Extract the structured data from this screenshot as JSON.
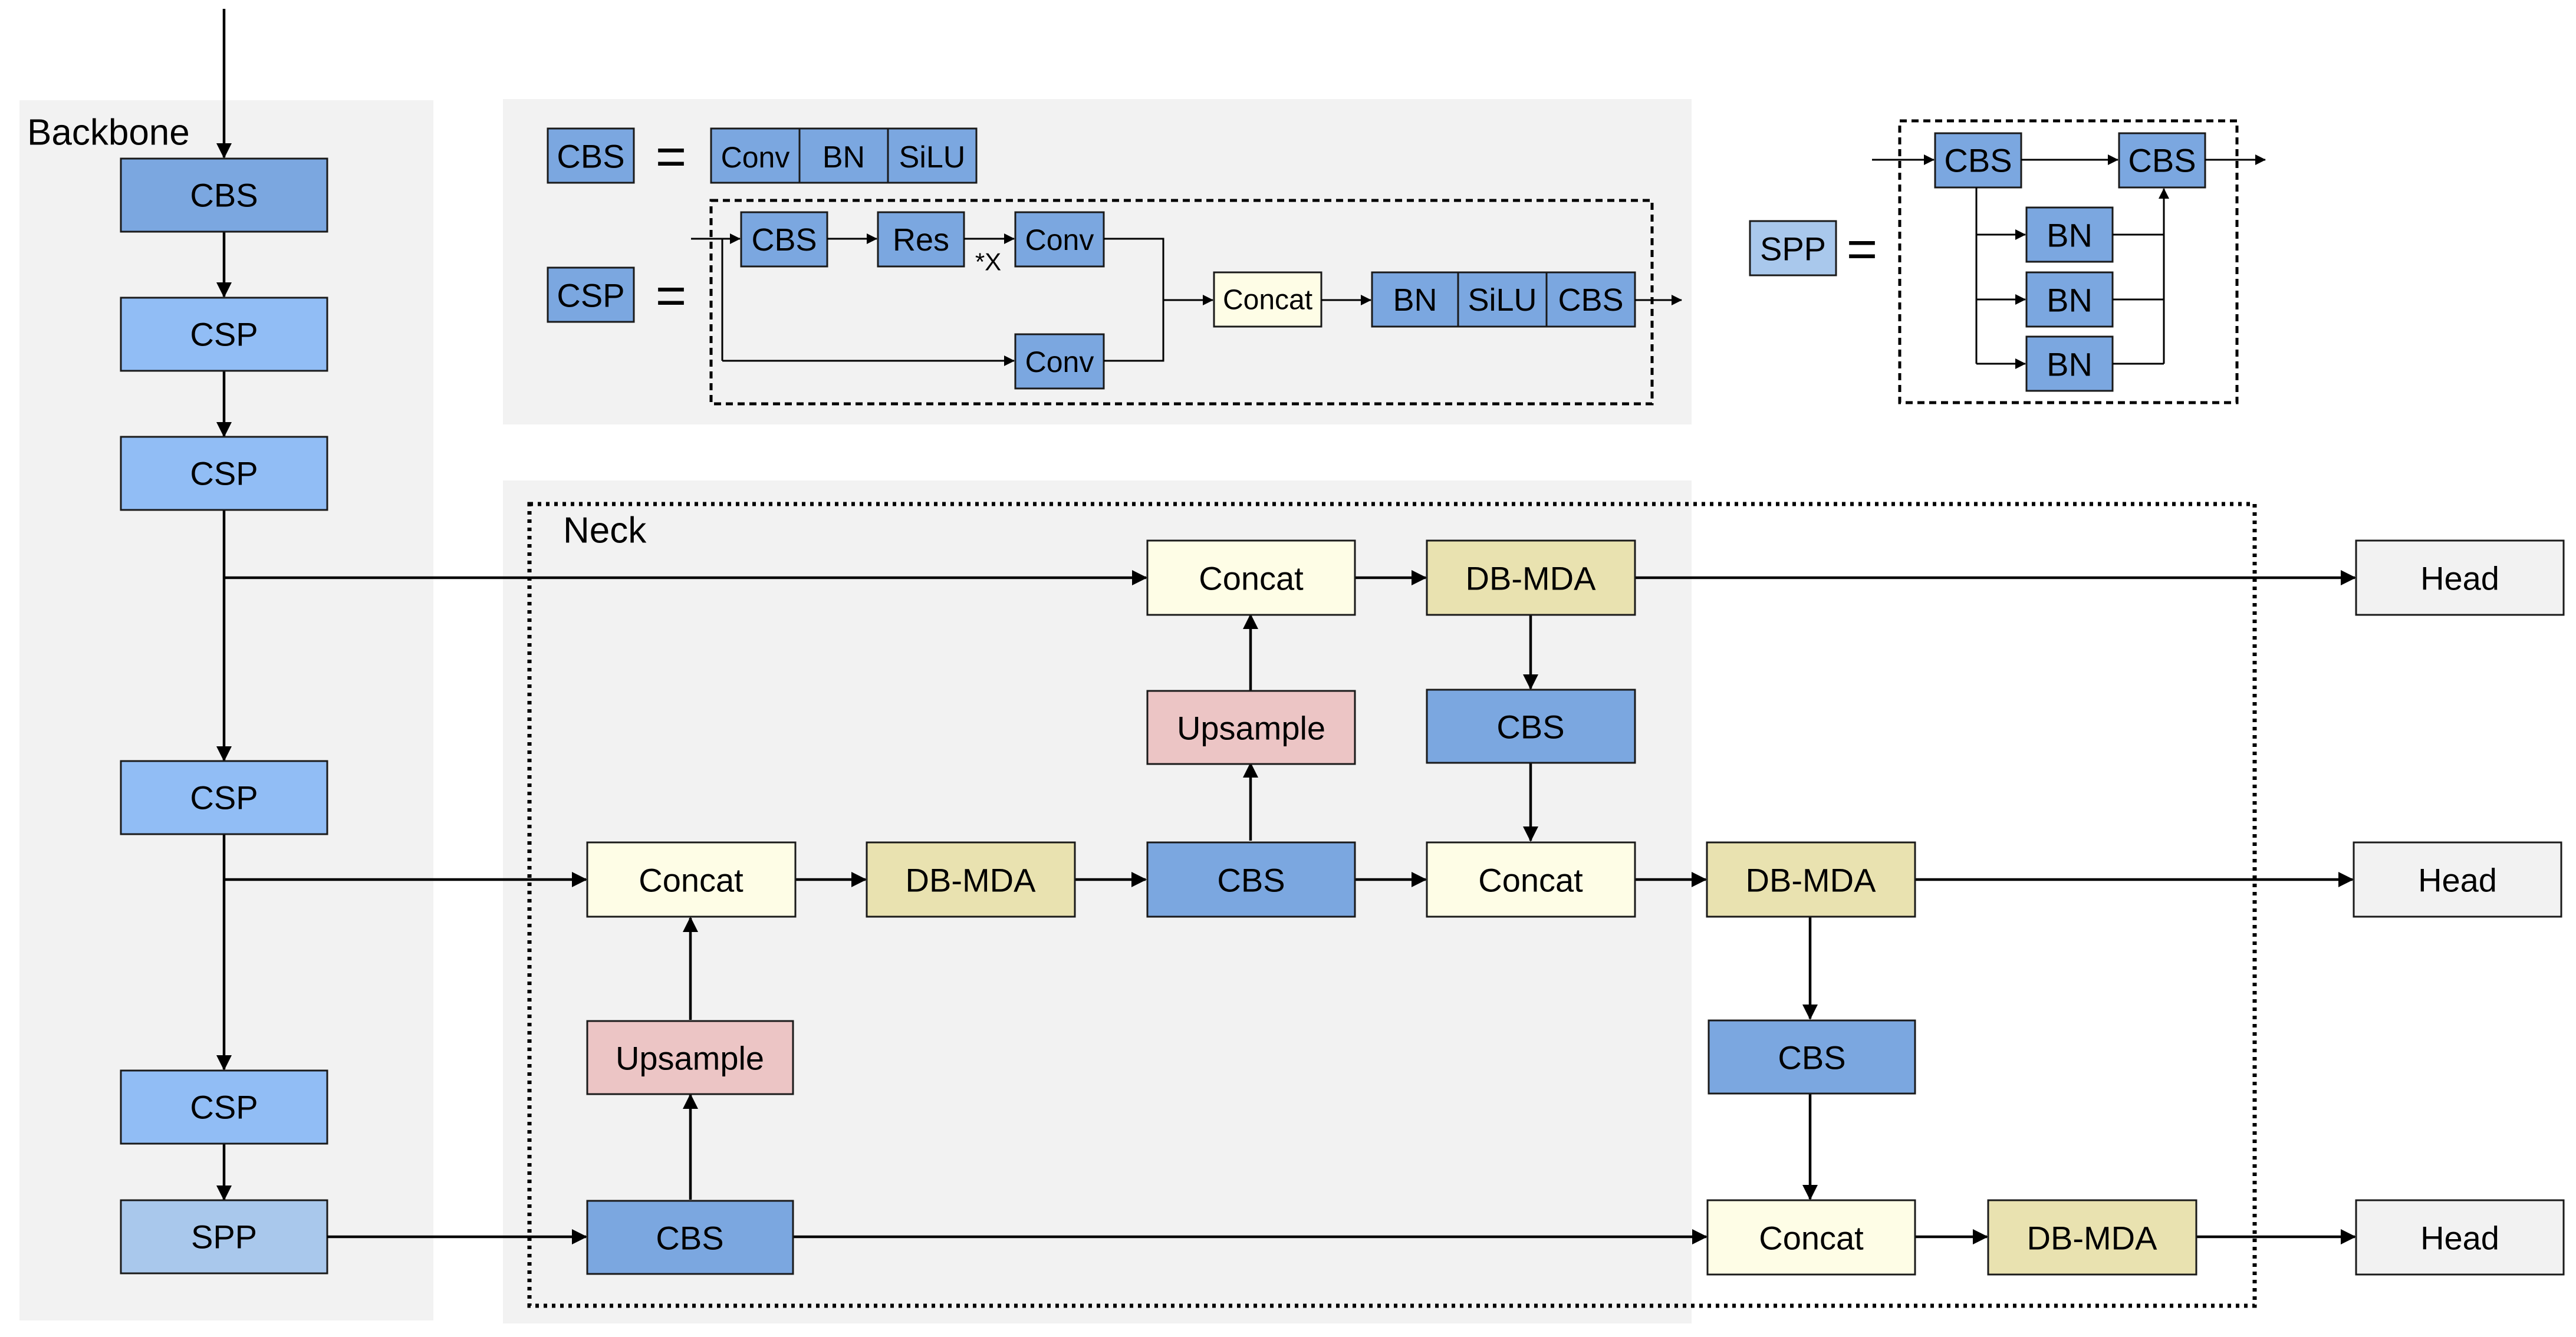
{
  "colors": {
    "cbs": "#7ba7e0",
    "csp": "#91bdf5",
    "spp": "#a9c8ec",
    "concat": "#fefde6",
    "dbmda": "#e9e2b0",
    "upsample": "#ecc5c5",
    "head": "#f2f2f2"
  },
  "backbone": {
    "title": "Backbone",
    "blocks": [
      "CBS",
      "CSP",
      "CSP",
      "CSP",
      "CSP",
      "SPP"
    ]
  },
  "legend": {
    "cbs_label": "CBS",
    "cbs_equals": "=",
    "cbs_parts": [
      "Conv",
      "BN",
      "SiLU"
    ],
    "csp_label": "CSP",
    "csp_equals": "=",
    "csp_blocks": {
      "cbs": "CBS",
      "res": "Res",
      "repeat": "*X",
      "conv_top": "Conv",
      "conv_bottom": "Conv",
      "concat": "Concat",
      "tail": [
        "BN",
        "SiLU",
        "CBS"
      ]
    },
    "spp_label": "SPP",
    "spp_equals": "=",
    "spp_blocks": {
      "cbs_left": "CBS",
      "cbs_right": "CBS",
      "bn": [
        "BN",
        "BN",
        "BN"
      ]
    }
  },
  "neck": {
    "title": "Neck",
    "top_concat": "Concat",
    "top_dbmda": "DB-MDA",
    "upsample_top": "Upsample",
    "cbs_right_upper": "CBS",
    "mid_concat_left": "Concat",
    "mid_dbmda_left": "DB-MDA",
    "mid_cbs": "CBS",
    "mid_concat_right": "Concat",
    "mid_dbmda_right": "DB-MDA",
    "upsample_bottom": "Upsample",
    "cbs_right_lower": "CBS",
    "bottom_cbs": "CBS",
    "bottom_concat": "Concat",
    "bottom_dbmda": "DB-MDA"
  },
  "heads": [
    "Head",
    "Head",
    "Head"
  ]
}
